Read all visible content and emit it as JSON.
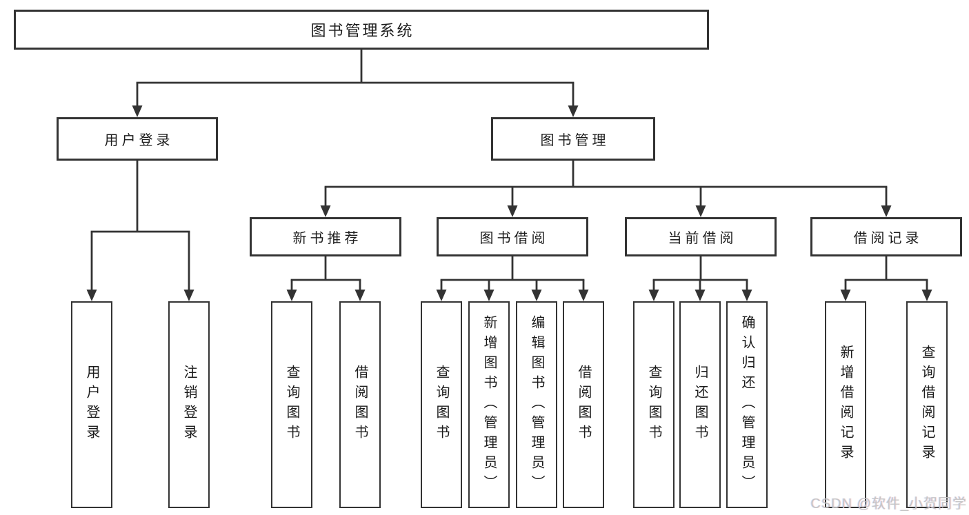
{
  "diagram": {
    "root": {
      "label": "图书管理系统"
    },
    "branches": [
      {
        "label": "用户登录",
        "children": [
          {
            "label": "用户登录"
          },
          {
            "label": "注销登录"
          }
        ]
      },
      {
        "label": "图书管理",
        "children": [
          {
            "label": "新书推荐",
            "children": [
              {
                "label": "查询图书"
              },
              {
                "label": "借阅图书"
              }
            ]
          },
          {
            "label": "图书借阅",
            "children": [
              {
                "label": "查询图书"
              },
              {
                "label": "新增图书（管理员）"
              },
              {
                "label": "编辑图书（管理员）"
              },
              {
                "label": "借阅图书"
              }
            ]
          },
          {
            "label": "当前借阅",
            "children": [
              {
                "label": "查询图书"
              },
              {
                "label": "归还图书"
              },
              {
                "label": "确认归还（管理员）"
              }
            ]
          },
          {
            "label": "借阅记录",
            "children": [
              {
                "label": "新增借阅记录"
              },
              {
                "label": "查询借阅记录"
              }
            ]
          }
        ]
      }
    ]
  },
  "watermark": {
    "text": "CSDN @软件_小贺同学"
  },
  "colors": {
    "line": "#333333",
    "text": "#1c1c1c",
    "background": "#ffffff",
    "watermark": "#c6c6c6"
  }
}
